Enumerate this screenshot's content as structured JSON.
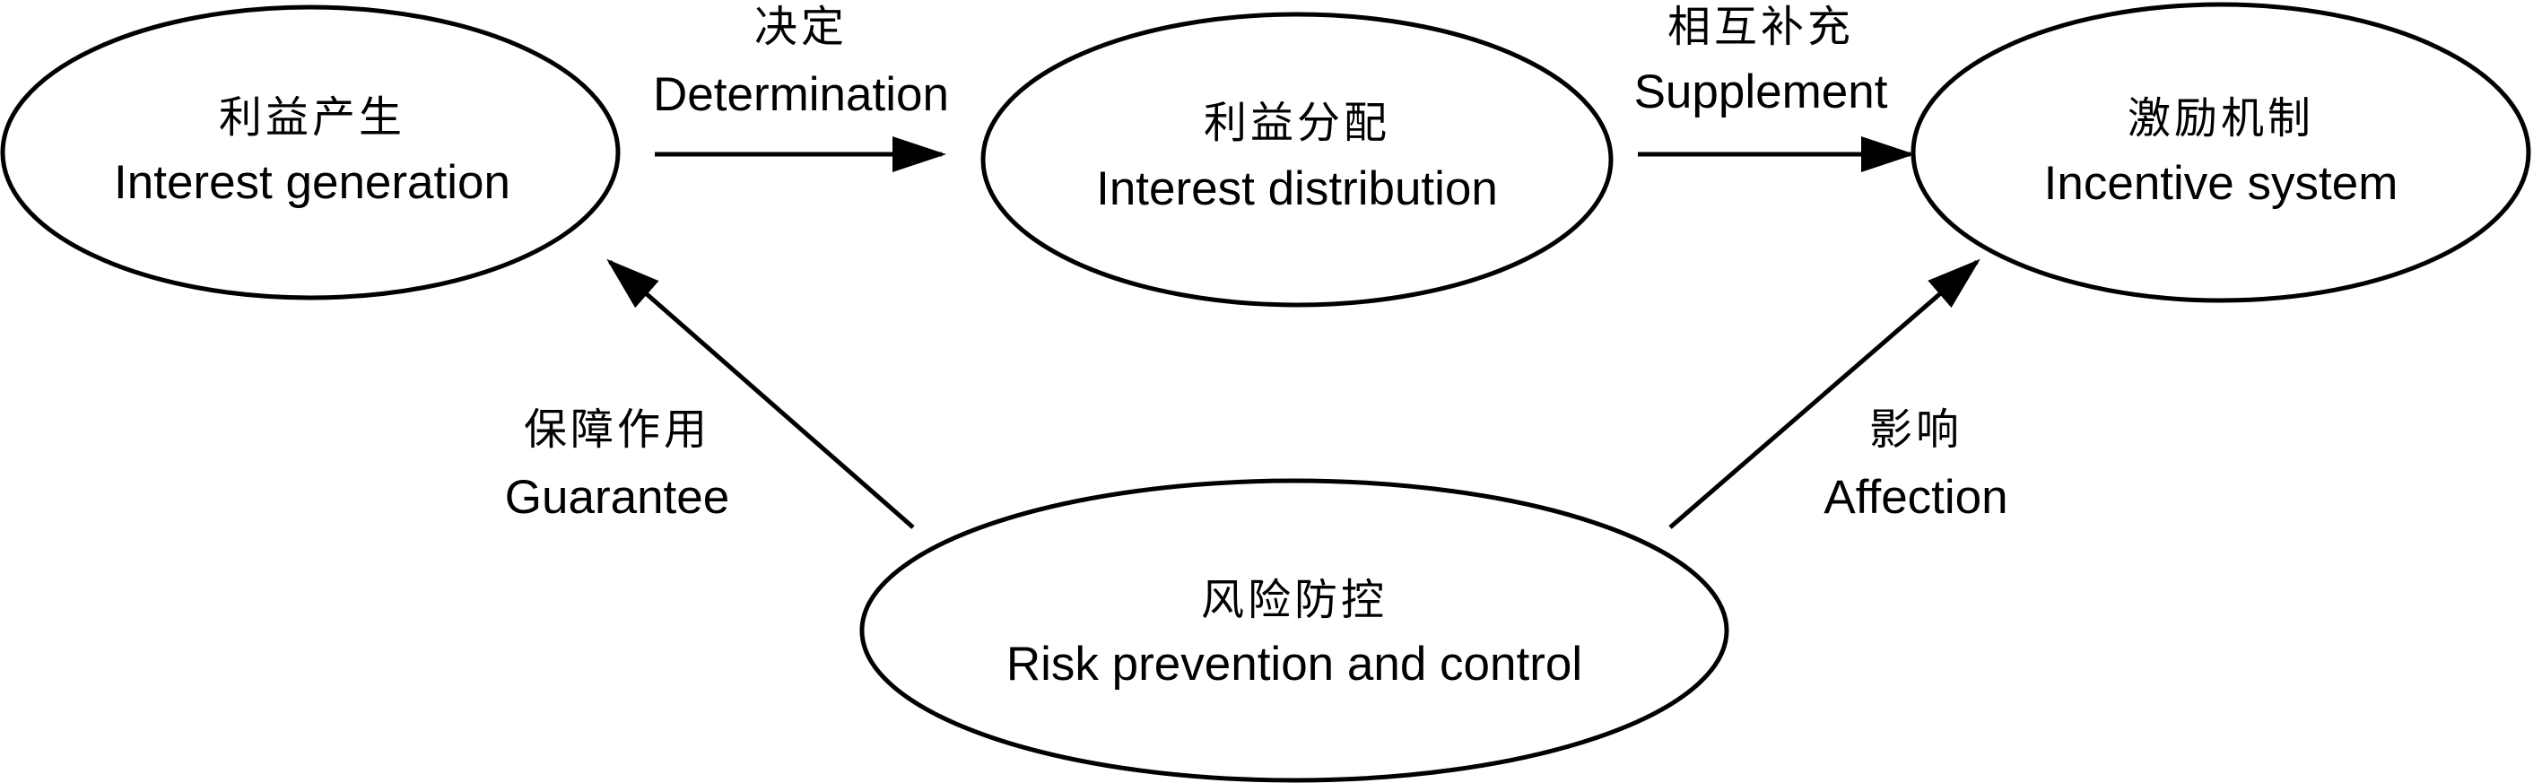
{
  "nodes": {
    "interest_generation": {
      "zh": "利益产生",
      "en": "Interest generation"
    },
    "interest_distribution": {
      "zh": "利益分配",
      "en": "Interest distribution"
    },
    "incentive_system": {
      "zh": "激励机制",
      "en": "Incentive system"
    },
    "risk_prevention": {
      "zh": "风险防控",
      "en": "Risk prevention and control"
    }
  },
  "edges": {
    "determination": {
      "zh": "决定",
      "en": "Determination"
    },
    "supplement": {
      "zh": "相互补充",
      "en": "Supplement"
    },
    "guarantee": {
      "zh": "保障作用",
      "en": "Guarantee"
    },
    "affection": {
      "zh": "影响",
      "en": "Affection"
    }
  },
  "colors": {
    "stroke": "#000000",
    "background": "#ffffff"
  }
}
